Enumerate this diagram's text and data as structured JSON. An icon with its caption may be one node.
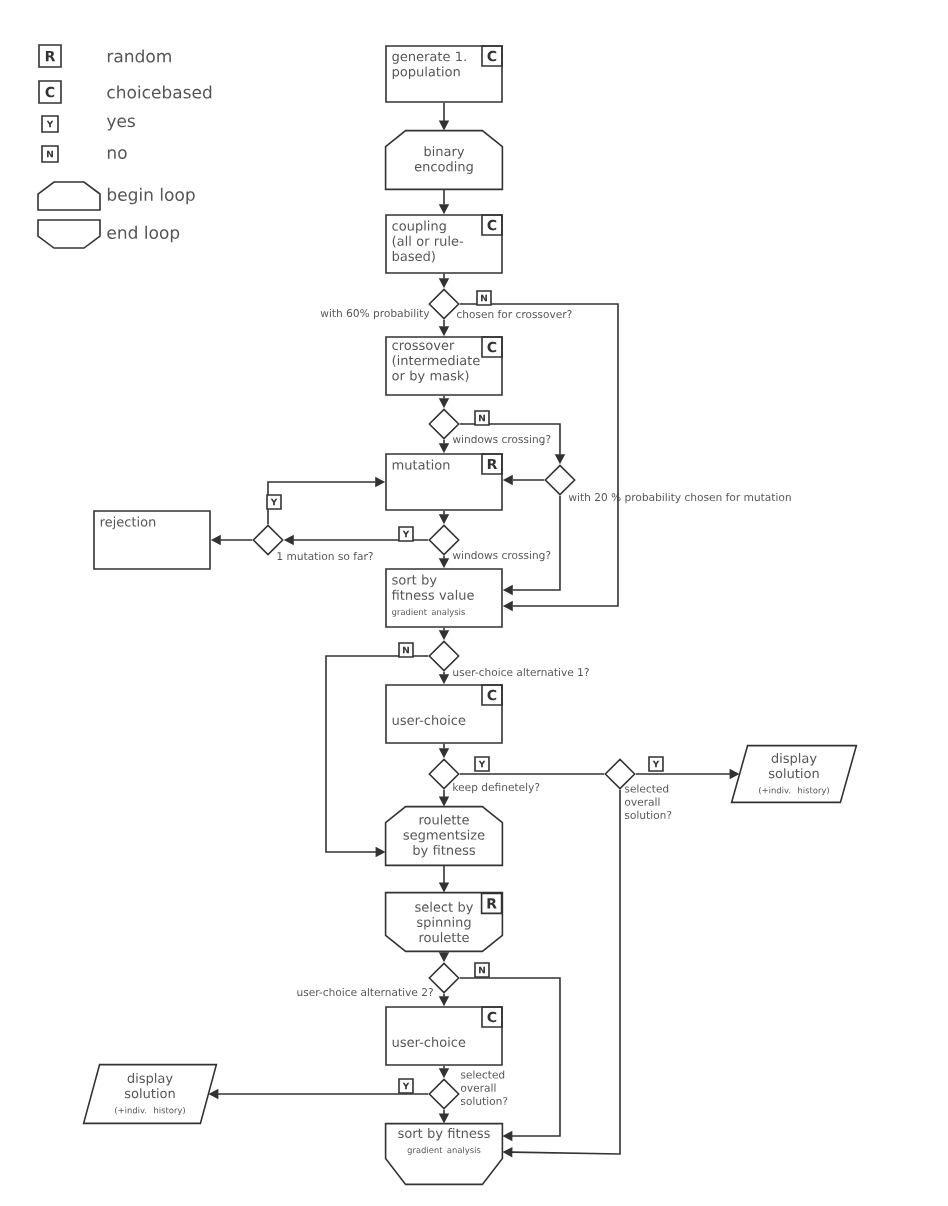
{
  "diagram": {
    "nodes": [
      {
        "text": [
          "generate 1. population",
          "C"
        ]
      },
      {
        "text": [
          "binary encoding"
        ]
      },
      {
        "text": [
          "coupling (all or rule-based)",
          "C"
        ]
      },
      {
        "text": [],
        "shape": "diamond",
        "beside": [
          "with 60% probability",
          "chosen for crossover?"
        ]
      },
      {
        "text": [
          "crossover (intermediate or by mask)",
          "C"
        ]
      },
      {
        "text": [],
        "shape": "diamond",
        "beside": [
          "windows crossing?"
        ]
      },
      {
        "text": [
          "mutation",
          "R"
        ]
      },
      {
        "text": [],
        "shape": "diamond",
        "beside": [
          "with 20 % probability chosen for mutation"
        ]
      },
      {
        "text": [],
        "shape": "diamond",
        "beside": [
          "windows crossing?"
        ]
      },
      {
        "text": [],
        "shape": "diamond",
        "beside": [
          "1 mutation so far?"
        ]
      },
      {
        "text": [
          "rejection"
        ]
      },
      {
        "text": [
          "sort by fitness value",
          "gradient analysis"
        ]
      },
      {
        "text": [],
        "shape": "diamond",
        "beside": [
          "user-choice alternative 1?"
        ]
      },
      {
        "text": [
          "user-choice",
          "C"
        ]
      },
      {
        "text": [],
        "shape": "diamond",
        "beside": [
          "keep definetely?"
        ]
      },
      {
        "text": [],
        "shape": "diamond",
        "beside": [
          "selected overall solution?"
        ]
      },
      {
        "text": [
          "display solution",
          "(+indiv. history)"
        ]
      },
      {
        "text": [
          "roulette segmentsize by fitness"
        ]
      },
      {
        "text": [
          "select by spinning roulette",
          "R"
        ]
      },
      {
        "text": [],
        "shape": "diamond",
        "beside": [
          "user-choice alternative 2?"
        ]
      },
      {
        "text": [
          "user-choice",
          "C"
        ]
      },
      {
        "text": [],
        "shape": "diamond",
        "beside": [
          "selected overall solution?"
        ]
      },
      {
        "text": [
          "display solution",
          "(+indiv. history)"
        ]
      },
      {
        "text": [
          "sort by fitness",
          "gradient analysis"
        ]
      }
    ],
    "edges": [
      {
        "from": 0,
        "to": 1,
        "arrow": "to"
      },
      {
        "from": 1,
        "to": 2,
        "arrow": "to"
      },
      {
        "from": 2,
        "to": 3,
        "arrow": "to"
      },
      {
        "from": 3,
        "to": 4,
        "arrow": "to"
      },
      {
        "from": 3,
        "to": 11,
        "arrow": "to",
        "label": "N"
      },
      {
        "from": 4,
        "to": 5,
        "arrow": "to"
      },
      {
        "from": 5,
        "to": 6,
        "arrow": "to"
      },
      {
        "from": 5,
        "to": 7,
        "arrow": "to",
        "label": "N"
      },
      {
        "from": 7,
        "to": 6,
        "arrow": "to"
      },
      {
        "from": 7,
        "to": 11,
        "arrow": "to"
      },
      {
        "from": 6,
        "to": 8,
        "arrow": "to"
      },
      {
        "from": 8,
        "to": 11,
        "arrow": "to"
      },
      {
        "from": 8,
        "to": 9,
        "arrow": "to",
        "label": "Y"
      },
      {
        "from": 9,
        "to": 6,
        "arrow": "to",
        "label": "Y"
      },
      {
        "from": 9,
        "to": 10,
        "arrow": "to"
      },
      {
        "from": 11,
        "to": 12,
        "arrow": "to"
      },
      {
        "from": 12,
        "to": 13,
        "arrow": "to"
      },
      {
        "from": 12,
        "to": 17,
        "arrow": "to",
        "label": "N"
      },
      {
        "from": 13,
        "to": 14,
        "arrow": "to"
      },
      {
        "from": 14,
        "to": 17,
        "arrow": "to"
      },
      {
        "from": 14,
        "to": 15,
        "arrow": "none",
        "label": "Y"
      },
      {
        "from": 15,
        "to": 16,
        "arrow": "to",
        "label": "Y"
      },
      {
        "from": 15,
        "to": 23,
        "arrow": "to"
      },
      {
        "from": 17,
        "to": 18,
        "arrow": "to"
      },
      {
        "from": 18,
        "to": 19,
        "arrow": "to"
      },
      {
        "from": 19,
        "to": 20,
        "arrow": "to"
      },
      {
        "from": 19,
        "to": 23,
        "arrow": "to",
        "label": "N"
      },
      {
        "from": 20,
        "to": 21,
        "arrow": "to"
      },
      {
        "from": 21,
        "to": 23,
        "arrow": "to"
      },
      {
        "from": 21,
        "to": 22,
        "arrow": "to",
        "label": "Y"
      }
    ],
    "labels": [
      "R",
      "C",
      "Y",
      "N"
    ],
    "legend": [
      {
        "text": "random"
      },
      {
        "text": "choicebased"
      },
      {
        "text": "yes"
      },
      {
        "text": "no"
      },
      {
        "text": "begin loop"
      },
      {
        "text": "end loop"
      }
    ]
  }
}
